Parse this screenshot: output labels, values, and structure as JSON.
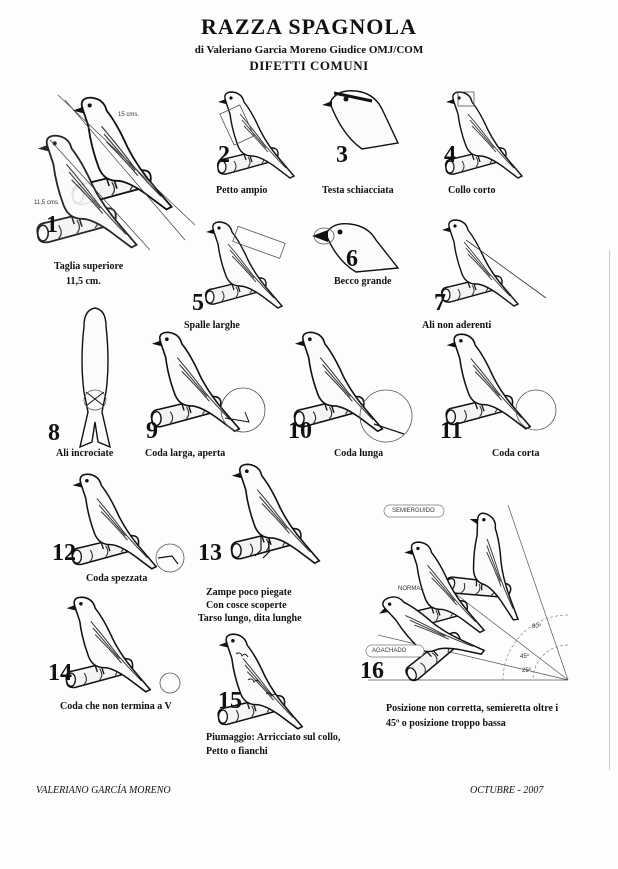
{
  "header": {
    "title": "RAZZA   SPAGNOLA",
    "author_line": "di Valeriano Garcia Moreno Giudice OMJ/COM",
    "section": "DIFETTI COMUNI"
  },
  "defects": [
    {
      "number": "1",
      "label": "Taglia superiore",
      "label2": "11,5  cm."
    },
    {
      "number": "2",
      "label": "Petto ampio"
    },
    {
      "number": "3",
      "label": "Testa schiacciata"
    },
    {
      "number": "4",
      "label": "Collo corto"
    },
    {
      "number": "5",
      "label": "Spalle larghe"
    },
    {
      "number": "6",
      "label": "Becco grande"
    },
    {
      "number": "7",
      "label": "Ali non aderenti"
    },
    {
      "number": "8",
      "label": "Ali incrociate"
    },
    {
      "number": "9",
      "label": "Coda larga, aperta"
    },
    {
      "number": "10",
      "label": "Coda lunga"
    },
    {
      "number": "11",
      "label": "Coda corta"
    },
    {
      "number": "12",
      "label": "Coda spezzata"
    },
    {
      "number": "13",
      "label": "Zampe poco piegate",
      "label2": "Con cosce scoperte",
      "label3": "Tarso lungo, dita lunghe"
    },
    {
      "number": "14",
      "label": "Coda che non termina a V"
    },
    {
      "number": "15",
      "label": "Piumaggio: Arricciato sul collo,",
      "label2": "Petto o fianchi"
    },
    {
      "number": "16",
      "label": "Posizione non corretta, semieretta oltre i",
      "label2": "45º o  posizione troppo bassa"
    }
  ],
  "diagram_labels": {
    "fig1_dim_top": "15 cms.",
    "fig1_dim_side": "11,5 cms.",
    "fig16_semi": "SEMIERGUIDO",
    "fig16_normal": "NORMAL",
    "fig16_agachado": "AGACHADO",
    "fig16_angle_high": "80º",
    "fig16_angle_mid": "45º",
    "fig16_angle_low": "25º"
  },
  "footer": {
    "author": "VALERIANO  GARCÍA  MORENO",
    "date": "OCTUBRE - 2007"
  }
}
